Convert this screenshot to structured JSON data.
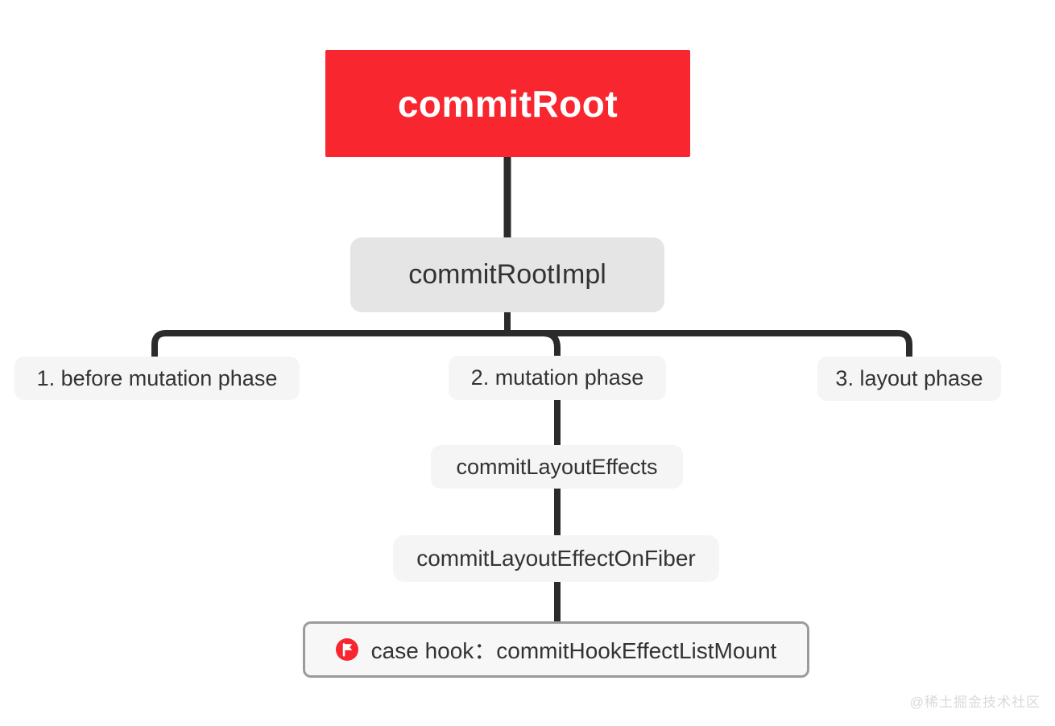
{
  "diagram": {
    "root": {
      "label": "commitRoot"
    },
    "impl": {
      "label": "commitRootImpl"
    },
    "branches": [
      {
        "label": "1. before mutation phase"
      },
      {
        "label": "2. mutation phase"
      },
      {
        "label": "3. layout phase"
      }
    ],
    "chain": [
      {
        "label": "commitLayoutEffects"
      },
      {
        "label": "commitLayoutEffectOnFiber"
      }
    ],
    "case_node": {
      "icon": "flag-icon",
      "label": "case hook：commitHookEffectListMount"
    },
    "colors": {
      "line": "#2B2B2B",
      "node_bg": "#F5F5F5",
      "impl_bg": "#E5E5E5",
      "root_bg": "#F8262F",
      "case_border": "#9B9B9B",
      "case_bg": "#F7F7F7",
      "flag_red": "#F8262F",
      "text": "#333333",
      "watermark": "#D9D9D9"
    }
  },
  "watermark": {
    "label": "@稀土掘金技术社区"
  }
}
